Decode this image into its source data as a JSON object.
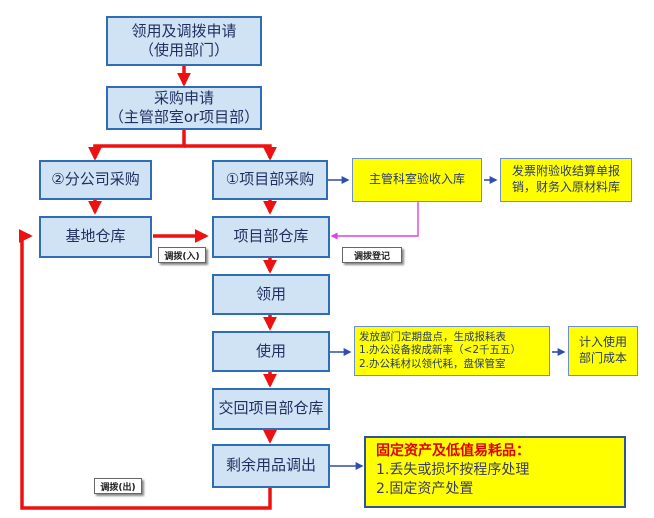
{
  "nodes": {
    "apply": "领用及调拨申请\n（使用部门）",
    "purchase_request": "采购申请\n（主管部室or项目部）",
    "branch_purchase": "②分公司采购",
    "project_purchase": "①项目部采购",
    "base_warehouse": "基地仓库",
    "project_warehouse": "项目部仓库",
    "receive": "领用",
    "use": "使用",
    "return_warehouse": "交回项目部仓库",
    "surplus_out": "剩余用品调出"
  },
  "side": {
    "inspection": "主管科室验收入库",
    "invoice": "发票附验收结算单报\n销，财务入原材料库",
    "inventory": "发放部门定期盘点，生成报耗表\n 1.办公设备按成新率（<2千五五）\n 2.办公耗材以领代耗，盘保管室",
    "cost": "计入使用\n部门成本"
  },
  "labels": {
    "transfer_in": "调拨(入)",
    "transfer_register": "调拨登记",
    "transfer_out": "调拨(出)"
  },
  "fixed_assets": {
    "title": "固定资产及低值易耗品：",
    "items": [
      "1.丢失或损坏按程序处理",
      "2.固定资产处置"
    ]
  },
  "colors": {
    "red_arrow": "#ee1111",
    "blue_arrow": "#2f4fb0",
    "magenta_arrow": "#e040e0",
    "node_fill": "#cfe3f5",
    "node_border": "#2f6db5",
    "yellow": "#ffff00"
  }
}
